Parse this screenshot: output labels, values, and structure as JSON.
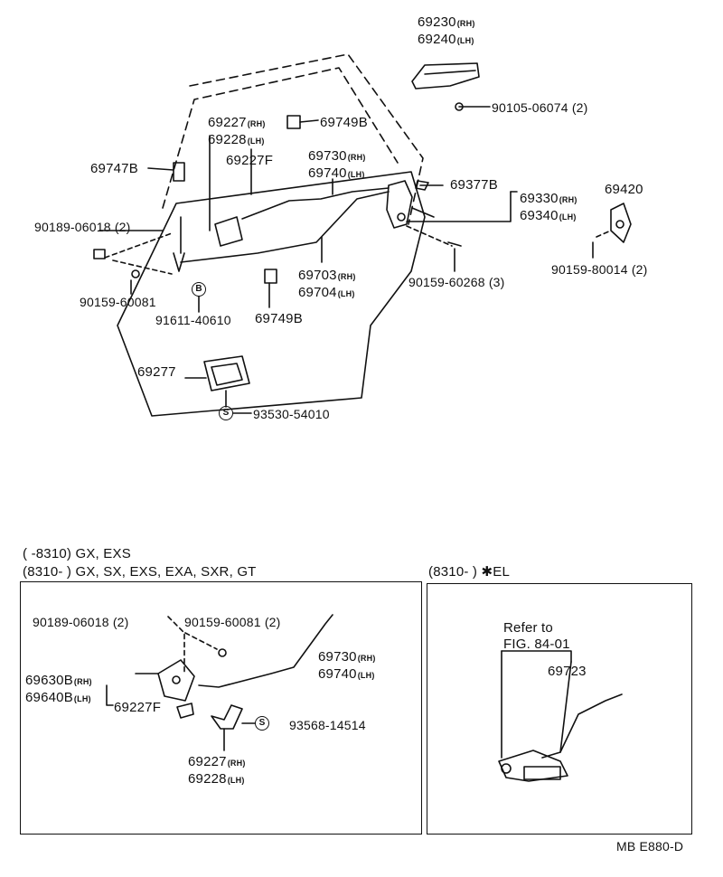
{
  "drawing_code": "MB E880-D",
  "upper": {
    "outside_handle": {
      "rh": "69230",
      "lh": "69240",
      "rh_suffix": "(RH)",
      "lh_suffix": "(LH)"
    },
    "handle_screw": "90105-06074 (2)",
    "lock_cylinder_rod": {
      "rh": "69227",
      "lh": "69228",
      "rh_suffix": "(RH)",
      "lh_suffix": "(LH)"
    },
    "rod_clip_top": "69749B",
    "link_clip": "69227F",
    "upper_rod": {
      "rh": "69730",
      "lh": "69740",
      "rh_suffix": "(RH)",
      "lh_suffix": "(LH)"
    },
    "clip_left": "69747B",
    "striker_plate": "69377B",
    "door_lock": {
      "rh": "69330",
      "lh": "69340",
      "rh_suffix": "(RH)",
      "lh_suffix": "(LH)"
    },
    "striker": "69420",
    "nut_left": "90189-06018 (2)",
    "bolt_left": "90159-60081",
    "lower_rod": {
      "rh": "69703",
      "lh": "69704",
      "rh_suffix": "(RH)",
      "lh_suffix": "(LH)"
    },
    "lock_screw": "90159-60268 (3)",
    "striker_screw": "90159-80014 (2)",
    "screw_b": "91611-40610",
    "rod_clip_bottom": "69749B",
    "inside_handle": "69277",
    "screw_s": "93530-54010",
    "mark_b": "B",
    "mark_s": "S"
  },
  "lower_left": {
    "heading_line1": "(      -8310) GX, EXS",
    "heading_line2": "(8310-        ) GX, SX, EXS, EXA, SXR, GT",
    "nut": "90189-06018 (2)",
    "bolt": "90159-60081 (2)",
    "rod": {
      "rh": "69730",
      "lh": "69740",
      "rh_suffix": "(RH)",
      "lh_suffix": "(LH)"
    },
    "lock": {
      "rh": "69630B",
      "lh": "69640B",
      "rh_suffix": "(RH)",
      "lh_suffix": "(LH)"
    },
    "link_clip": "69227F",
    "screw_s": "93568-14514",
    "cylinder_rod": {
      "rh": "69227",
      "lh": "69228",
      "rh_suffix": "(RH)",
      "lh_suffix": "(LH)"
    },
    "mark_s": "S"
  },
  "lower_right": {
    "heading": "(8310-        ) ✱EL",
    "refer_line1": "Refer to",
    "refer_line2": "FIG. 84-01",
    "actuator": "69723"
  }
}
